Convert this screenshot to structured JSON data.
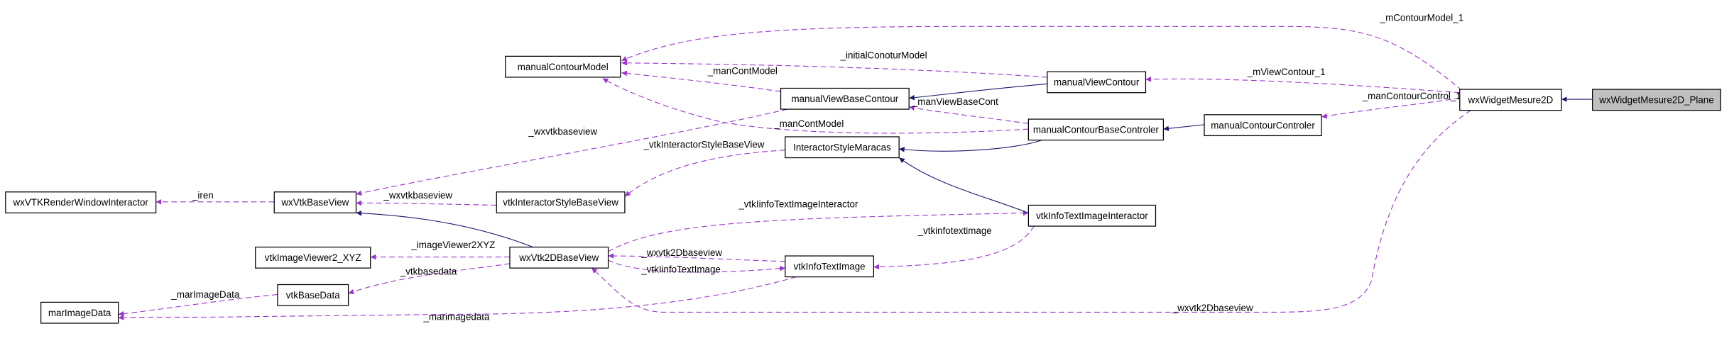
{
  "diagram": {
    "nodes": [
      {
        "id": "manualContourModel",
        "label": "manualContourModel",
        "highlighted": false
      },
      {
        "id": "manualViewContour",
        "label": "manualViewContour",
        "highlighted": false
      },
      {
        "id": "manualViewBaseContour",
        "label": "manualViewBaseContour",
        "highlighted": false
      },
      {
        "id": "wxWidgetMesure2D",
        "label": "wxWidgetMesure2D",
        "highlighted": false
      },
      {
        "id": "wxWidgetMesure2D_Plane",
        "label": "wxWidgetMesure2D_Plane",
        "highlighted": true
      },
      {
        "id": "manualContourBaseControler",
        "label": "manualContourBaseControler",
        "highlighted": false
      },
      {
        "id": "manualContourControler",
        "label": "manualContourControler",
        "highlighted": false
      },
      {
        "id": "InteractorStyleMaracas",
        "label": "InteractorStyleMaracas",
        "highlighted": false
      },
      {
        "id": "wxVTKRenderWindowInteractor",
        "label": "wxVTKRenderWindowInteractor",
        "highlighted": false
      },
      {
        "id": "wxVtkBaseView",
        "label": "wxVtkBaseView",
        "highlighted": false
      },
      {
        "id": "vtkInteractorStyleBaseView",
        "label": "vtkInteractorStyleBaseView",
        "highlighted": false
      },
      {
        "id": "vtkInfoTextImageInteractor",
        "label": "vtkInfoTextImageInteractor",
        "highlighted": false
      },
      {
        "id": "vtkImageViewer2_XYZ",
        "label": "vtkImageViewer2_XYZ",
        "highlighted": false
      },
      {
        "id": "wxVtk2DBaseView",
        "label": "wxVtk2DBaseView",
        "highlighted": false
      },
      {
        "id": "vtkInfoTextImage",
        "label": "vtkInfoTextImage",
        "highlighted": false
      },
      {
        "id": "vtkBaseData",
        "label": "vtkBaseData",
        "highlighted": false
      },
      {
        "id": "marImageData",
        "label": "marImageData",
        "highlighted": false
      }
    ],
    "usage_edges": [
      {
        "from": "wxWidgetMesure2D",
        "to": "manualContourModel",
        "label": "_mContourModel_1"
      },
      {
        "from": "manualViewContour",
        "to": "manualContourModel",
        "label": "_initialConoturModel"
      },
      {
        "from": "manualViewBaseContour",
        "to": "manualContourModel",
        "label": "_manContModel"
      },
      {
        "from": "manualContourBaseControler",
        "to": "manualContourModel",
        "label": "_manContModel"
      },
      {
        "from": "manualContourBaseControler",
        "to": "manualViewBaseContour",
        "label": "_manViewBaseCont"
      },
      {
        "from": "wxWidgetMesure2D",
        "to": "manualViewContour",
        "label": "_mViewContour_1"
      },
      {
        "from": "wxWidgetMesure2D",
        "to": "manualContourControler",
        "label": "_manContourControl_1"
      },
      {
        "from": "manualViewBaseContour",
        "to": "wxVtkBaseView",
        "label": "_wxvtkbaseview"
      },
      {
        "from": "wxVtkBaseView",
        "to": "wxVTKRenderWindowInteractor",
        "label": "_iren"
      },
      {
        "from": "vtkInteractorStyleBaseView",
        "to": "wxVtkBaseView",
        "label": "_wxvtkbaseview"
      },
      {
        "from": "InteractorStyleMaracas",
        "to": "vtkInteractorStyleBaseView",
        "label": "_vtkInteractorStyleBaseView"
      },
      {
        "from": "wxVtk2DBaseView",
        "to": "vtkInfoTextImageInteractor",
        "label": "_vtkIinfoTextImageInteractor"
      },
      {
        "from": "vtkInfoTextImageInteractor",
        "to": "vtkInfoTextImage",
        "label": "_vtkinfotextimage"
      },
      {
        "from": "vtkInfoTextImage",
        "to": "wxVtk2DBaseView",
        "label": "_wxvtk2Dbaseview"
      },
      {
        "from": "wxVtk2DBaseView",
        "to": "vtkInfoTextImage",
        "label": "_vtkIinfoTextImage"
      },
      {
        "from": "wxWidgetMesure2D",
        "to": "wxVtk2DBaseView",
        "label": "_wxvtk2Dbaseview"
      },
      {
        "from": "wxVtk2DBaseView",
        "to": "vtkImageViewer2_XYZ",
        "label": "_imageViewer2XYZ"
      },
      {
        "from": "wxVtk2DBaseView",
        "to": "vtkBaseData",
        "label": "_vtkbasedata"
      },
      {
        "from": "vtkBaseData",
        "to": "marImageData",
        "label": "_marImageData"
      },
      {
        "from": "vtkInfoTextImage",
        "to": "marImageData",
        "label": "_marimagedata"
      }
    ],
    "inheritance_edges": [
      {
        "from": "wxWidgetMesure2D_Plane",
        "to": "wxWidgetMesure2D"
      },
      {
        "from": "manualViewContour",
        "to": "manualViewBaseContour"
      },
      {
        "from": "manualContourControler",
        "to": "manualContourBaseControler"
      },
      {
        "from": "manualContourBaseControler",
        "to": "InteractorStyleMaracas"
      },
      {
        "from": "vtkInfoTextImageInteractor",
        "to": "InteractorStyleMaracas"
      },
      {
        "from": "wxVtk2DBaseView",
        "to": "wxVtkBaseView"
      }
    ],
    "colors": {
      "usage": "#9a32cd",
      "inheritance": "#191970",
      "highlight_fill": "#bfbfbf"
    }
  }
}
